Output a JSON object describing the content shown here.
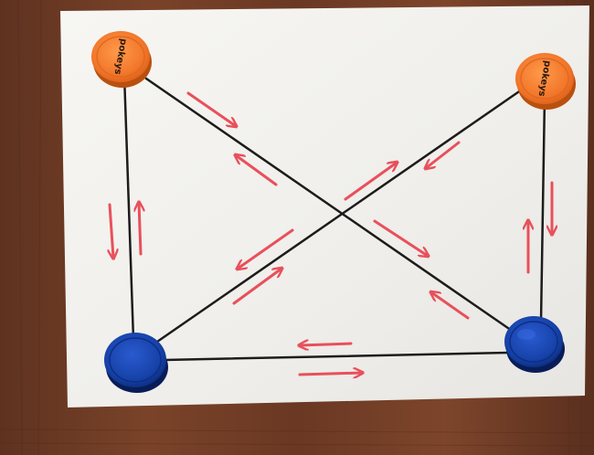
{
  "photo": {
    "description_free": true,
    "caps": [
      {
        "color": "orange",
        "label": "pokeys"
      },
      {
        "color": "orange",
        "label": "pokeys"
      },
      {
        "color": "blue",
        "label": ""
      },
      {
        "color": "blue",
        "label": ""
      }
    ],
    "colors": {
      "table": "#6b3a24",
      "paper": "#f4f3f0",
      "line": "#1c1c1c",
      "arrow": "#e8505b",
      "orange_cap": "#f07a2c",
      "blue_cap": "#1240a8"
    }
  }
}
